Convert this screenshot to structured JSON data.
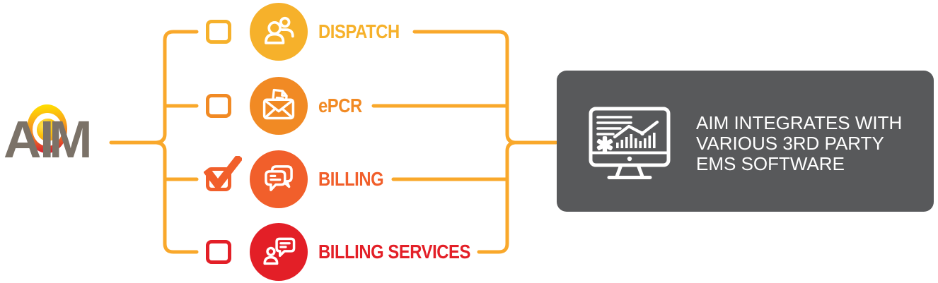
{
  "logo": {
    "letters": [
      "A",
      "I",
      "M"
    ],
    "letter_color": "#7B7268",
    "target_icon": "bullseye-target-icon"
  },
  "rows": [
    {
      "label": "DISPATCH",
      "accent": "#F6B12B",
      "checked": false,
      "icon": "users-icon"
    },
    {
      "label": "ePCR",
      "accent": "#F18A24",
      "checked": false,
      "icon": "envelope-document-icon"
    },
    {
      "label": "BILLING",
      "accent": "#F15F2B",
      "checked": true,
      "icon": "chat-bubbles-icon"
    },
    {
      "label": "BILLING SERVICES",
      "accent": "#E31F27",
      "checked": false,
      "icon": "person-chat-icon"
    }
  ],
  "connector": {
    "color": "#F9A82B"
  },
  "info_box": {
    "background": "#58595B",
    "text_color": "#FFFFFF",
    "lines": [
      "AIM INTEGRATES WITH",
      "VARIOUS 3RD PARTY",
      "EMS SOFTWARE"
    ],
    "icon": "dashboard-monitor-icon"
  }
}
